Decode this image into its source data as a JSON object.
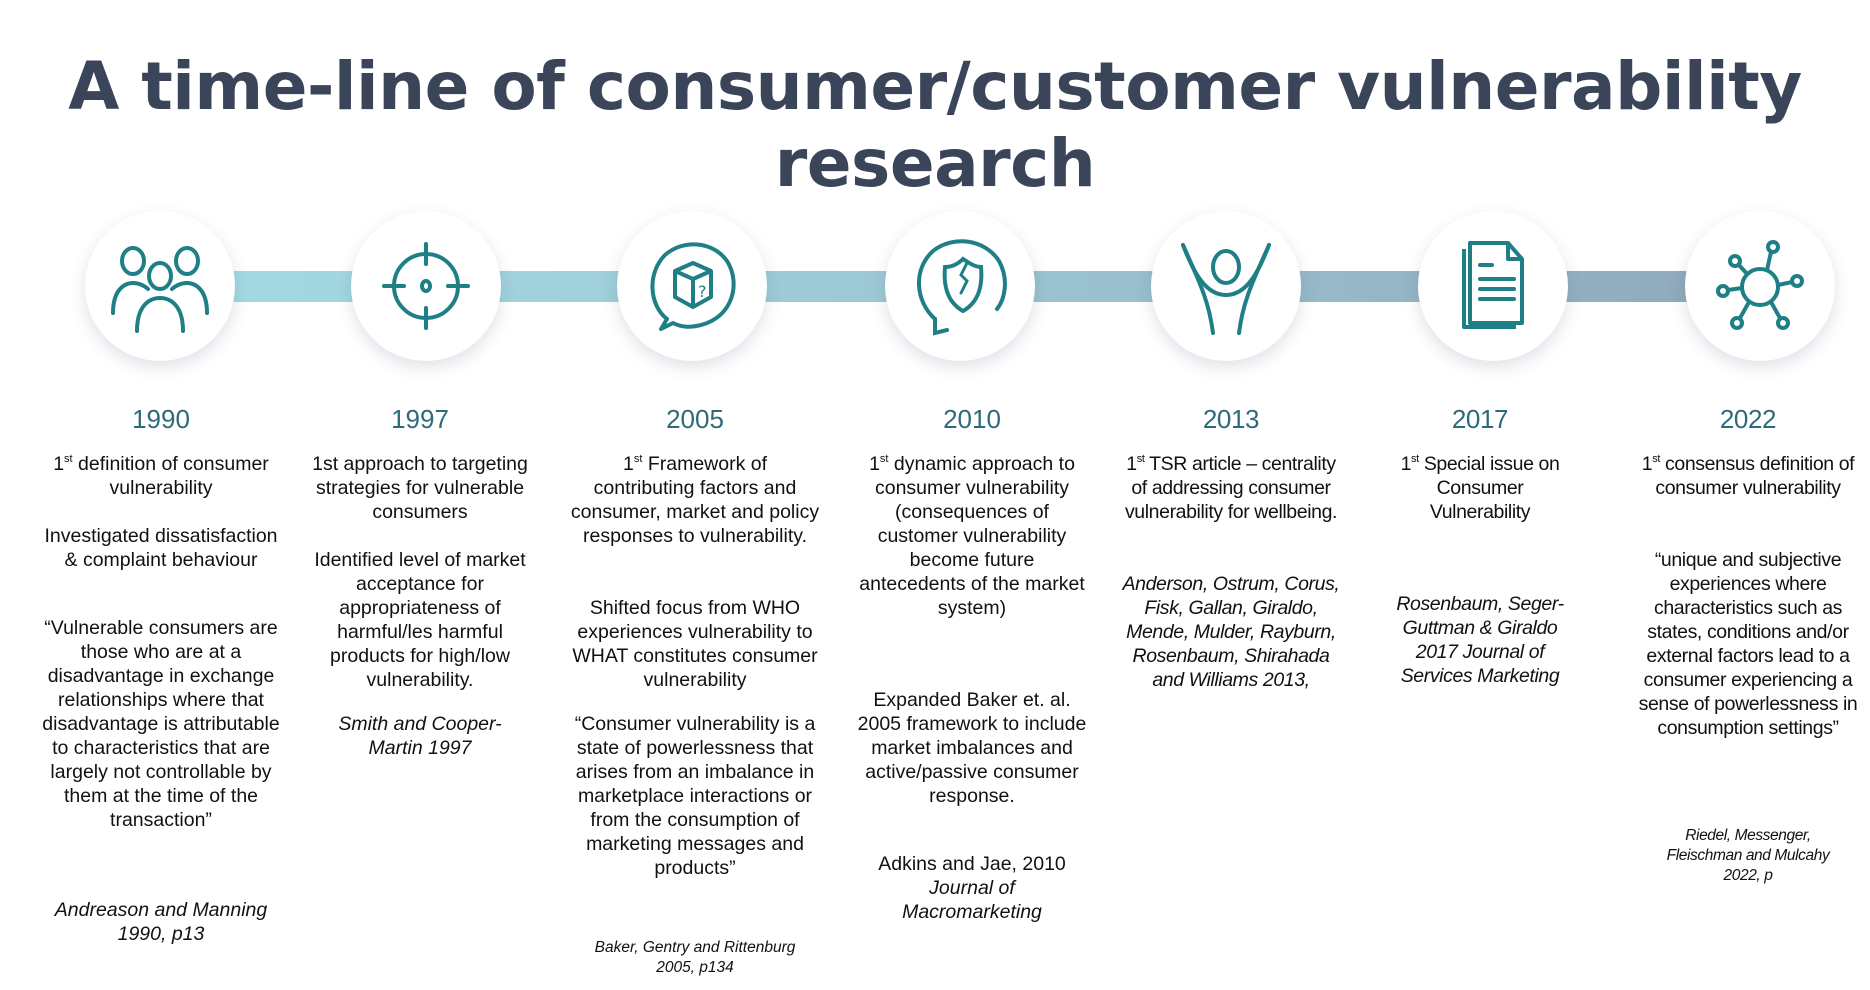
{
  "title": "A time-line of consumer/customer vulnerability research",
  "colors": {
    "title": "#3b4559",
    "year": "#2e6b7a",
    "icon": "#1e7f86",
    "bar_start": "#a4dbe5",
    "bar_end": "#8fa8bb"
  },
  "milestones": [
    {
      "year": "1990",
      "icon": "group-of-people-icon",
      "p1": {
        "pre": "1",
        "sup": "st",
        "text": " definition of consumer vulnerability"
      },
      "p2": "Investigated dissatisfaction & complaint behaviour",
      "p3": "“Vulnerable consumers are those who are at a disadvantage in exchange relationships where that disadvantage is attributable to characteristics that are largely not controllable by them at the time of the transaction”",
      "cite": "Andreason and Manning 1990, p13"
    },
    {
      "year": "1997",
      "icon": "crosshair-target-icon",
      "p1": {
        "pre": "1st approach to targeting strategies for vulnerable consumers",
        "sup": "",
        "text": ""
      },
      "p2": "Identified level of market acceptance for appropriateness of harmful/les harmful products for high/low vulnerability.",
      "cite": "Smith and Cooper-Martin 1997"
    },
    {
      "year": "2005",
      "icon": "speech-bubble-box-question-icon",
      "p1": {
        "pre": "1",
        "sup": "st",
        "text": " Framework of contributing factors and consumer, market and policy responses to vulnerability."
      },
      "p2": "Shifted focus from WHO experiences vulnerability to WHAT constitutes consumer vulnerability",
      "p3": "“Consumer vulnerability is a state of powerlessness that arises from an imbalance in marketplace interactions or from the consumption of marketing messages and products”",
      "cite": "Baker, Gentry and Rittenburg 2005, p134"
    },
    {
      "year": "2010",
      "icon": "cracked-shield-cycle-icon",
      "p1": {
        "pre": "1",
        "sup": "st",
        "text": " dynamic approach to consumer vulnerability (consequences of customer vulnerability become future antecedents of the market system)"
      },
      "p2": "Expanded Baker et. al. 2005 framework to include market imbalances and active/passive consumer response.",
      "cite_plain": "Adkins and Jae, 2010",
      "cite": "Journal of Macromarketing"
    },
    {
      "year": "2013",
      "icon": "person-arms-raised-icon",
      "p1": {
        "pre": "1",
        "sup": "st",
        "text": " TSR article – centrality of addressing consumer vulnerability for wellbeing."
      },
      "cite": "Anderson, Ostrum, Corus, Fisk, Gallan, Giraldo, Mende, Mulder, Rayburn, Rosenbaum, Shirahada and Williams 2013,"
    },
    {
      "year": "2017",
      "icon": "documents-icon",
      "p1": {
        "pre": "1",
        "sup": "st",
        "text": "  Special issue on Consumer Vulnerability"
      },
      "cite": "Rosenbaum, Seger-Guttman & Giraldo 2017 Journal of Services Marketing"
    },
    {
      "year": "2022",
      "icon": "network-nodes-icon",
      "p1": {
        "pre": "1",
        "sup": "st",
        "text": " consensus definition of consumer vulnerability"
      },
      "p2": "“unique and subjective experiences where characteristics such as states, conditions and/or external factors lead to a consumer experiencing a sense of powerlessness in consumption settings”",
      "cite": "Riedel, Messenger, Fleischman and Mulcahy 2022, p"
    }
  ]
}
